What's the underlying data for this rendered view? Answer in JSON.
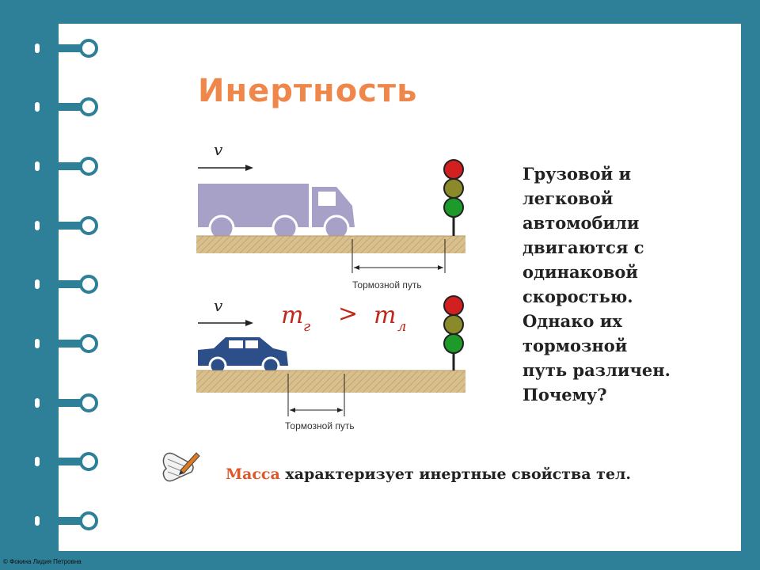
{
  "slide": {
    "title": "Инертность",
    "description": "Грузовой и\nлегковой\nавтомобили\nдвигаются с\nодинаковой\nскоростью.\nОднако их\nтормозной\nпуть различен.\nПочему?",
    "mass_word": "Масса",
    "mass_rest": " характеризует инертные свойства тел.",
    "copyright": "© Фокина Лидия Петровна"
  },
  "diagram": {
    "velocity_label": "v",
    "braking_label": "Тормозной путь",
    "formula": {
      "m1": "m",
      "sub1": "г",
      "op": ">",
      "m2": "m",
      "sub2": "л"
    },
    "truck_color": "#a7a0c7",
    "car_color": "#2c4f8a",
    "formula_color": "#c0281a",
    "ground_color": "#d8c08e"
  },
  "colors": {
    "background": "#2e7f98",
    "title": "#f0874a",
    "accent": "#e0572a",
    "traffic_red": "#d21f1f",
    "traffic_yellow": "#8a8a2a",
    "traffic_green": "#1e9a2a"
  },
  "icons": {
    "binder_ring": "binder-ring-icon",
    "note": "scroll-pen-icon",
    "traffic_light": "traffic-light-icon"
  }
}
